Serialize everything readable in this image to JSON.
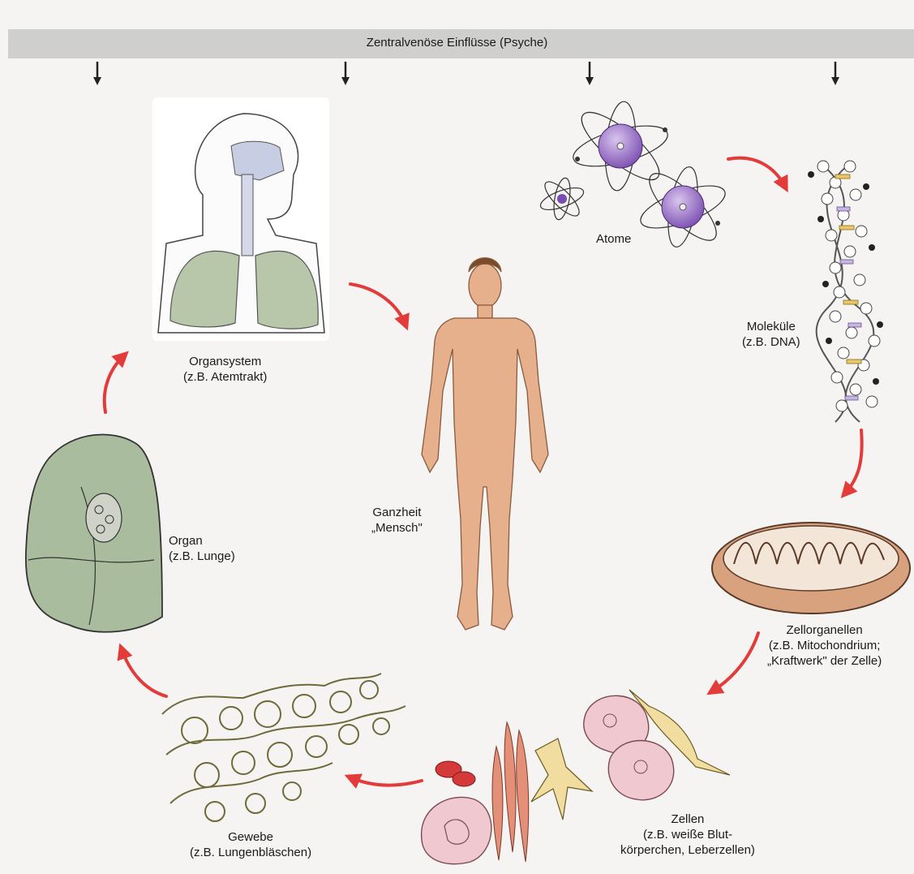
{
  "banner": {
    "text": "Zentralvenöse Einflüsse (Psyche)"
  },
  "labels": {
    "atome": "Atome",
    "molekuele": {
      "line1": "Moleküle",
      "line2": "(z.B. DNA)"
    },
    "organsystem": {
      "line1": "Organsystem",
      "line2": "(z.B. Atemtrakt)"
    },
    "ganzheit": {
      "line1": "Ganzheit",
      "line2": "„Mensch\""
    },
    "organ": {
      "line1": "Organ",
      "line2": "(z.B. Lunge)"
    },
    "zellorganellen": {
      "line1": "Zellorganellen",
      "line2": "(z.B. Mitochondrium;",
      "line3": "„Kraftwerk\" der Zelle)"
    },
    "zellen": {
      "line1": "Zellen",
      "line2": "(z.B. weiße Blut-",
      "line3": "körperchen, Leberzellen)"
    },
    "gewebe": {
      "line1": "Gewebe",
      "line2": "(z.B. Lungenbläschen)"
    }
  },
  "colors": {
    "arrow": "#e23b3a",
    "banner": "#cfcfcd",
    "lung": "#a9bd9e",
    "skin": "#e7b08d",
    "atom": "#9b6fc7",
    "mitochondrion": "#d9a27e",
    "cell_pink": "#efc9cf",
    "cell_yellow": "#f1dda0"
  }
}
